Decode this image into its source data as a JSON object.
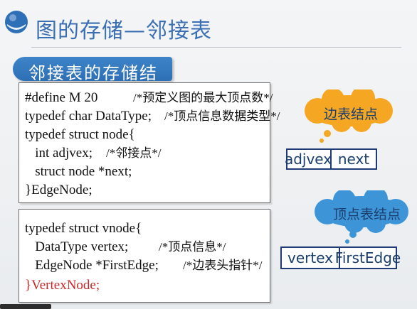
{
  "slide": {
    "title": "图的存储—邻接表",
    "section_heading": "邻接表的存储结构"
  },
  "code_block_1": [
    {
      "code": "#define M 20",
      "comment": "/*预定义图的最大顶点数*/"
    },
    {
      "code": "typedef char DataType;",
      "comment": "/*顶点信息数据类型*/"
    },
    {
      "code": "typedef struct node{",
      "comment": ""
    },
    {
      "code": "   int adjvex;",
      "comment": "/*邻接点*/"
    },
    {
      "code": "   struct node *next;",
      "comment": ""
    },
    {
      "code": "}EdgeNode;",
      "comment": ""
    }
  ],
  "code_block_2": [
    {
      "code": "typedef struct vnode{",
      "comment": ""
    },
    {
      "code": "   DataType vertex;",
      "comment": "/*顶点信息*/"
    },
    {
      "code": "   EdgeNode *FirstEdge;",
      "comment": "/*边表头指针*/"
    },
    {
      "code": "}",
      "highlight": "VertexNode;"
    }
  ],
  "edge_node_diagram": {
    "label": "边表结点",
    "fields": [
      "adjvex",
      "next"
    ]
  },
  "vertex_node_diagram": {
    "label": "顶点表结点",
    "fields": [
      "vertex",
      "FirstEdge"
    ]
  },
  "colors": {
    "title": "#3b6fb3",
    "banner": "#2e6fb4",
    "cloud_fill": "#f5a623",
    "cloud_fill_blue": "#3d95d8",
    "node_border": "#1f3a75",
    "highlight_text": "#c8282a"
  }
}
